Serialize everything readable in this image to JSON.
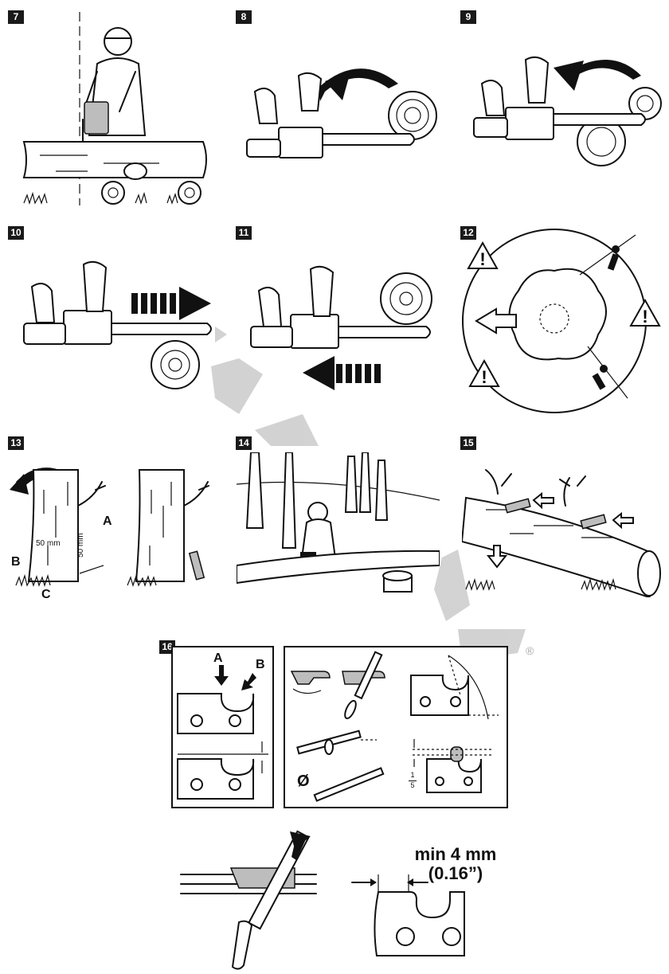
{
  "steps": [
    "7",
    "8",
    "9",
    "10",
    "11",
    "12",
    "13",
    "14",
    "15",
    "16"
  ],
  "fig13": {
    "label_a": "A",
    "label_b": "B",
    "label_c": "C",
    "dim_horizontal": "50 mm",
    "dim_vertical": "50 mm"
  },
  "fig16": {
    "label_a": "A",
    "label_b": "B",
    "fraction_top": "1",
    "fraction_bottom": "5",
    "diameter_symbol": "Ø"
  },
  "bottom": {
    "min_line1": "min 4 mm",
    "min_line2": "(0.16”)"
  },
  "registered_mark": "®",
  "icons": [
    "warning-triangle-icon",
    "running-person-icon",
    "arrow-left-icon",
    "arrow-right-icon",
    "rotate-arrow-icon",
    "chainsaw-icon",
    "log-icon",
    "file-tool-icon",
    "cutter-tooth-icon"
  ]
}
